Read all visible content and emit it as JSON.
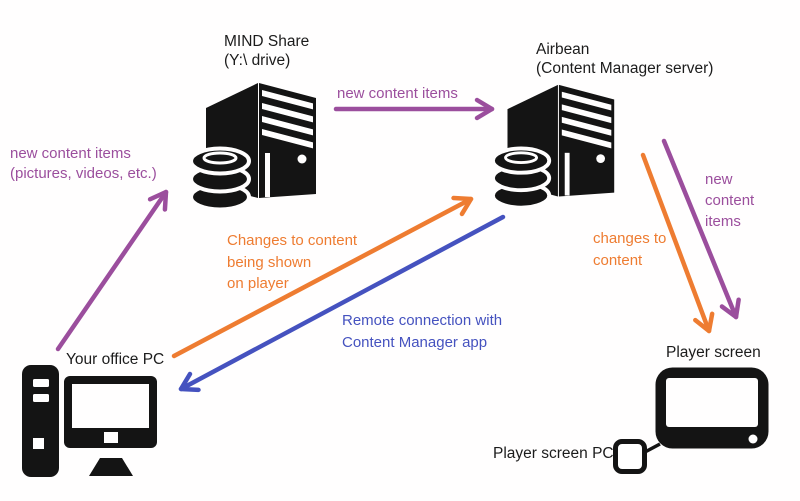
{
  "colors": {
    "purple": "#9b4e9d",
    "orange": "#ee7c31",
    "blue": "#4552bf",
    "ink": "#141414"
  },
  "nodes": {
    "mind_share": {
      "title": "MIND Share",
      "subtitle": "(Y:\\ drive)"
    },
    "airbean": {
      "title": "Airbean",
      "subtitle": "(Content Manager server)"
    },
    "office_pc": {
      "label": "Your office PC"
    },
    "player_screen": {
      "label": "Player screen"
    },
    "player_pc": {
      "label": "Player screen PC"
    }
  },
  "flows": {
    "share_to_airbean": {
      "label": "new content items"
    },
    "pc_to_share": {
      "line1": "new content items",
      "line2": "(pictures, videos, etc.)"
    },
    "pc_to_airbean": {
      "line1": "Changes to content",
      "line2": "being shown",
      "line3": "on player"
    },
    "airbean_to_pc": {
      "line1": "Remote connection with",
      "line2": "Content Manager app"
    },
    "airbean_to_player_changes": {
      "line1": "changes to",
      "line2": "content"
    },
    "airbean_to_player_new": {
      "line1": "new",
      "line2": "content",
      "line3": "items"
    }
  }
}
